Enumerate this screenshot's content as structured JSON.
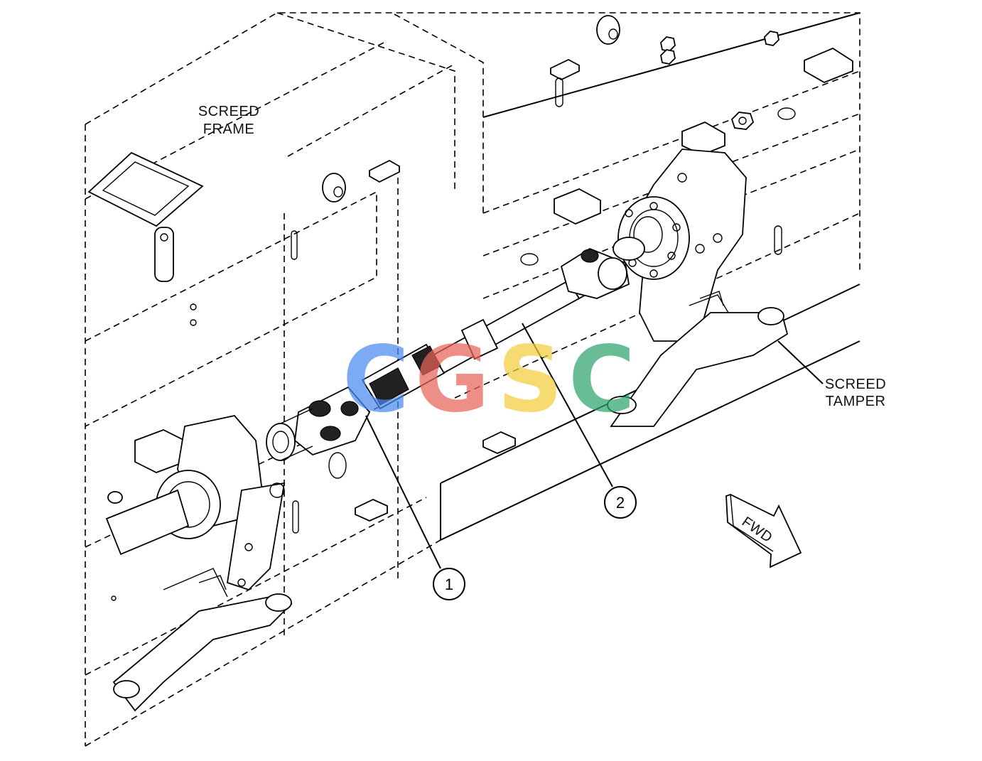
{
  "labels": {
    "screed_frame": [
      "SCREED",
      "FRAME"
    ],
    "screed_tamper": [
      "SCREED",
      "TAMPER"
    ],
    "fwd": "FWD"
  },
  "callouts": [
    {
      "number": "1"
    },
    {
      "number": "2"
    }
  ],
  "watermark": {
    "letters": [
      {
        "char": "C",
        "color": "#4a8cf0"
      },
      {
        "char": "G",
        "color": "#e8655a"
      },
      {
        "char": "S",
        "color": "#f3cd3c"
      },
      {
        "char": "C",
        "color": "#2fa56f"
      }
    ]
  }
}
